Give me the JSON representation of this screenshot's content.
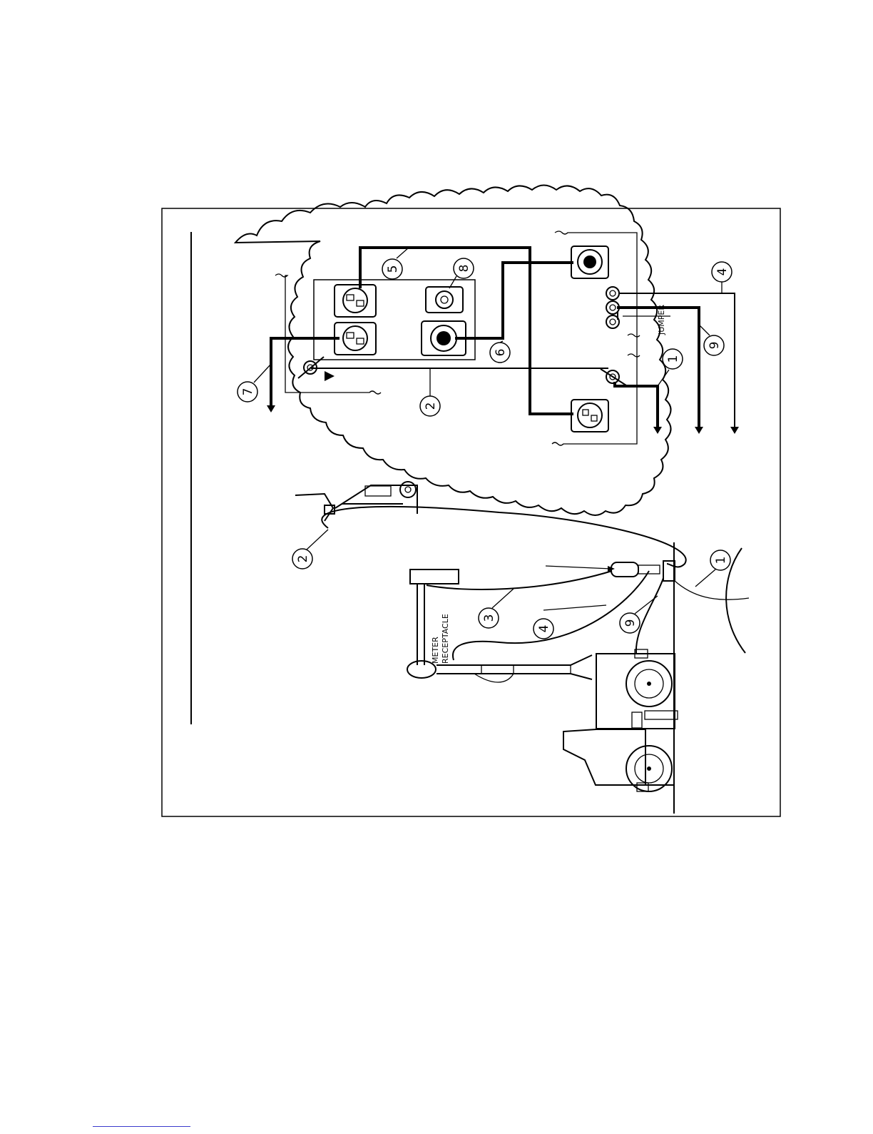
{
  "diagram": {
    "callouts": [
      "1",
      "2",
      "3",
      "4",
      "5",
      "6",
      "7",
      "8",
      "9"
    ],
    "labels": {
      "jumper": "JUMPER",
      "meter_line1": "METER",
      "meter_line2": "RECEPTACLE"
    }
  }
}
